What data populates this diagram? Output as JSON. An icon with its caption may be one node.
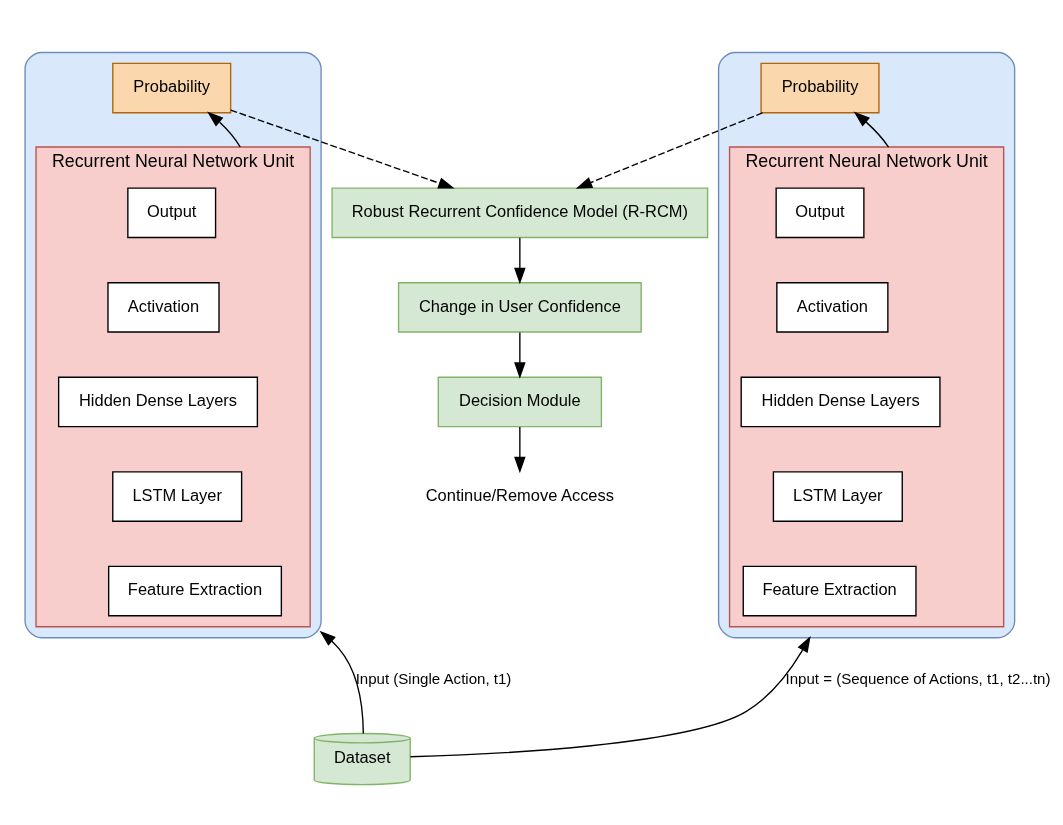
{
  "diagram": {
    "nodes": [
      {
        "text": [],
        "shape": "box"
      },
      {
        "text": [
          "Probability"
        ],
        "in": 0
      },
      {
        "text": [
          "Recurrent Neural Network Unit"
        ],
        "in": 0
      },
      {
        "text": [
          "Output"
        ],
        "in": 2
      },
      {
        "text": [
          "Activation"
        ],
        "in": 2
      },
      {
        "text": [
          "Hidden Dense Layers"
        ],
        "in": 2
      },
      {
        "text": [
          "LSTM Layer"
        ],
        "in": 2
      },
      {
        "text": [
          "Feature Extraction"
        ],
        "in": 2
      },
      {
        "text": [
          "Robust Recurrent Confidence Model (R-RCM)"
        ]
      },
      {
        "text": [
          "Change in User Confidence"
        ]
      },
      {
        "text": [
          "Decision Module"
        ]
      },
      {
        "text": [
          "Continue/Remove Access"
        ]
      },
      {
        "text": [],
        "shape": "box"
      },
      {
        "text": [
          "Probability"
        ],
        "in": 12
      },
      {
        "text": [
          "Recurrent Neural Network Unit"
        ],
        "in": 12
      },
      {
        "text": [
          "Output"
        ],
        "in": 14
      },
      {
        "text": [
          "Activation"
        ],
        "in": 14
      },
      {
        "text": [
          "Hidden Dense Layers"
        ],
        "in": 14
      },
      {
        "text": [
          "LSTM Layer"
        ],
        "in": 14
      },
      {
        "text": [
          "Feature Extraction"
        ],
        "in": 14
      },
      {
        "text": [
          "Dataset"
        ]
      }
    ],
    "edges": [
      {
        "from": 2,
        "to": 1,
        "arrow": "to"
      },
      {
        "from": 14,
        "to": 13,
        "arrow": "to"
      },
      {
        "from": 1,
        "to": 8,
        "arrow": "to",
        "style": "dashed"
      },
      {
        "from": 13,
        "to": 8,
        "arrow": "to",
        "style": "dashed"
      },
      {
        "from": 8,
        "to": 9,
        "arrow": "to"
      },
      {
        "from": 9,
        "to": 10,
        "arrow": "to"
      },
      {
        "from": 10,
        "to": 11,
        "arrow": "to"
      },
      {
        "from": 20,
        "to": 0,
        "arrow": "to",
        "label": "Input (Single Action, t1)"
      },
      {
        "from": 20,
        "to": 12,
        "arrow": "to",
        "label": "Input = (Sequence of Actions, t1, t2...tn)"
      }
    ]
  }
}
